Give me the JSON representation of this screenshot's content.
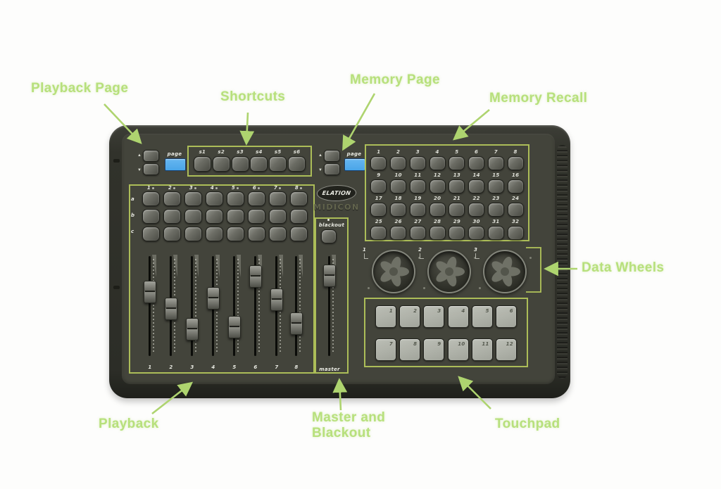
{
  "annotations": {
    "playback_page": "Playback Page",
    "shortcuts": "Shortcuts",
    "memory_page": "Memory Page",
    "memory_recall": "Memory Recall",
    "data_wheels": "Data Wheels",
    "playback": "Playback",
    "master_blackout": [
      "Master and",
      "Blackout"
    ],
    "touchpad": "Touchpad"
  },
  "device": {
    "brand": "ELATION",
    "model": "MIDICON",
    "playback_page": {
      "page_label": "page",
      "up_glyph": "▲",
      "down_glyph": "▼"
    },
    "memory_page": {
      "page_label": "page",
      "up_glyph": "▲",
      "down_glyph": "▼"
    },
    "shortcuts": {
      "keys": [
        "s1",
        "s2",
        "s3",
        "s4",
        "s5",
        "s6"
      ]
    },
    "memory_recall": {
      "keys": [
        "1",
        "2",
        "3",
        "4",
        "5",
        "6",
        "7",
        "8",
        "9",
        "10",
        "11",
        "12",
        "13",
        "14",
        "15",
        "16",
        "17",
        "18",
        "19",
        "20",
        "21",
        "22",
        "23",
        "24",
        "25",
        "26",
        "27",
        "28",
        "29",
        "30",
        "31",
        "32"
      ]
    },
    "playback": {
      "column_labels": [
        "1",
        "2",
        "3",
        "4",
        "5",
        "6",
        "7",
        "8"
      ],
      "row_labels": [
        "a",
        "b",
        "c"
      ],
      "faders": [
        {
          "number": "1",
          "level": 0.34
        },
        {
          "number": "2",
          "level": 0.54
        },
        {
          "number": "3",
          "level": 0.79
        },
        {
          "number": "4",
          "level": 0.41
        },
        {
          "number": "5",
          "level": 0.77
        },
        {
          "number": "6",
          "level": 0.15
        },
        {
          "number": "7",
          "level": 0.43
        },
        {
          "number": "8",
          "level": 0.72
        }
      ]
    },
    "master_section": {
      "blackout_label": "blackout",
      "master_label": "master",
      "level": 0.14
    },
    "data_wheels": {
      "labels": [
        "1",
        "2",
        "3"
      ]
    },
    "touchpad": {
      "keys": [
        "1",
        "2",
        "3",
        "4",
        "5",
        "6",
        "7",
        "8",
        "9",
        "10",
        "11",
        "12"
      ]
    }
  },
  "colors": {
    "annotation_text": "#b7e07c",
    "annotation_arrow": "#aed46f",
    "outline_green": "#b2c45a",
    "lcd_blue": "#4aa6e9",
    "panel": "#43443b"
  }
}
